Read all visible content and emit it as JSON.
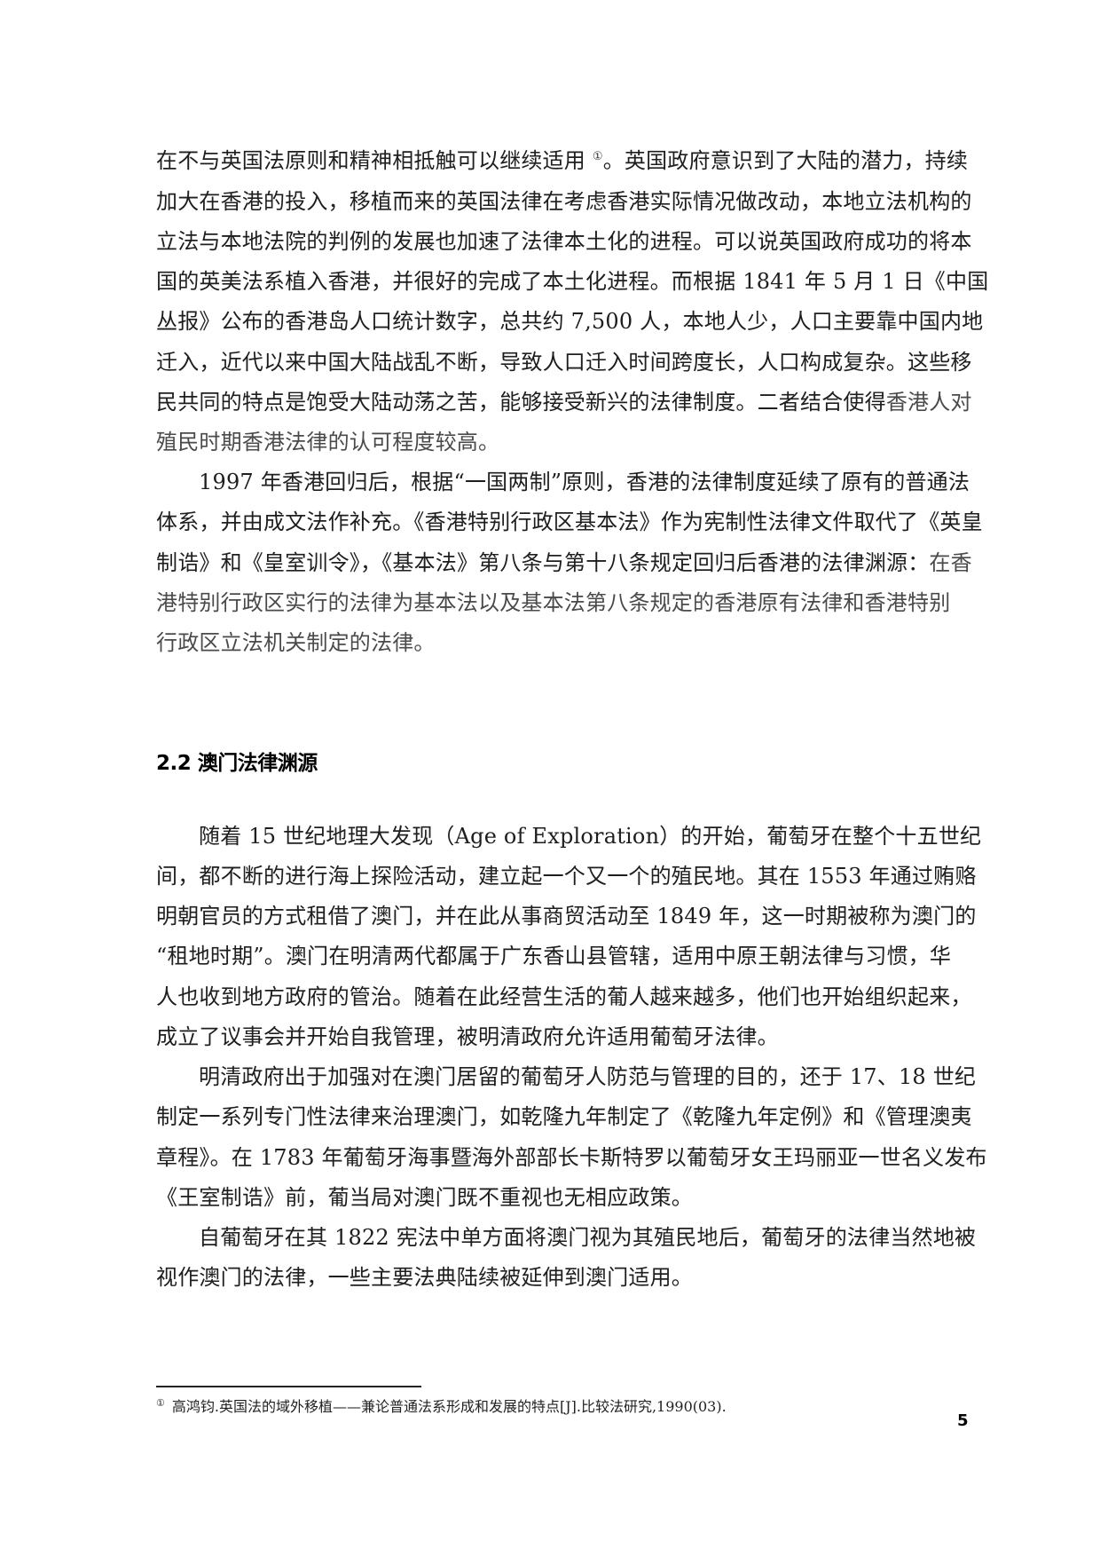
{
  "paragraph_hk_continued": {
    "lines": [
      {
        "before_sup": "在不与英国法原则和精神相抵触可以继续适用 ",
        "sup": "①",
        "after_sup": "。英国政府意识到了大陆的潜力，持续"
      },
      "加大在香港的投入，移植而来的英国法律在考虑香港实际情况做改动，本地立法机构的",
      "立法与本地法院的判例的发展也加速了法律本土化的进程。可以说英国政府成功的将本",
      "国的英美法系植入香港，并很好的完成了本土化进程。而根据 1841 年 5 月 1 日《中国",
      "丛报》公布的香港岛人口统计数字，总共约 7,500 人，本地人少，人口主要靠中国内地",
      "迁入，近代以来中国大陆战乱不断，导致人口迁入时间跨度长，人口构成复杂。这些移",
      {
        "main": "民共同的特点是饱受大陆动荡之苦，能够接受新兴的法律制度。二者结合使得",
        "faded": "香港人对"
      },
      "殖民时期香港法律的认可程度较高。"
    ]
  },
  "paragraph_1997": {
    "lines": [
      "1997 年香港回归后，根据“一国两制”原则，香港的法律制度延续了原有的普通法",
      "体系，并由成文法作补充。《香港特别行政区基本法》作为宪制性法律文件取代了《英皇",
      {
        "main": "制诰》和《皇室训令》，《基本法》第八条与第十八条规定回归后香港的法律渊源：",
        "faded": "在香"
      },
      "港特别行政区实行的法律为基本法以及基本法第八条规定的香港原有法律和香港特别",
      "行政区立法机关制定的法律。"
    ]
  },
  "section_heading": "2.2 澳门法律渊源",
  "paragraph_macau_1": {
    "lines": [
      "随着 15 世纪地理大发现（Age of Exploration）的开始，葡萄牙在整个十五世纪",
      "间，都不断的进行海上探险活动，建立起一个又一个的殖民地。其在 1553 年通过贿赂",
      "明朝官员的方式租借了澳门，并在此从事商贸活动至 1849 年，这一时期被称为澳门的",
      "“租地时期”。澳门在明清两代都属于广东香山县管辖，适用中原王朝法律与习惯，华",
      "人也收到地方政府的管治。随着在此经营生活的葡人越来越多，他们也开始组织起来，",
      "成立了议事会并开始自我管理，被明清政府允许适用葡萄牙法律。"
    ]
  },
  "paragraph_macau_2": {
    "lines": [
      "明清政府出于加强对在澳门居留的葡萄牙人防范与管理的目的，还于 17、18 世纪",
      "制定一系列专门性法律来治理澳门，如乾隆九年制定了《乾隆九年定例》和《管理澳夷",
      "章程》。在 1783 年葡萄牙海事暨海外部部长卡斯特罗以葡萄牙女王玛丽亚一世名义发布",
      "《王室制诰》前，葡当局对澳门既不重视也无相应政策。"
    ]
  },
  "paragraph_macau_3": {
    "lines": [
      "自葡萄牙在其 1822 宪法中单方面将澳门视为其殖民地后，葡萄牙的法律当然地被",
      "视作澳门的法律，一些主要法典陆续被延伸到澳门适用。"
    ]
  },
  "footnote": {
    "mark": "①",
    "text": "高鸿钧.英国法的域外移植——兼论普通法系形成和发展的特点[J].比较法研究,1990(03)."
  },
  "page_number": "5"
}
